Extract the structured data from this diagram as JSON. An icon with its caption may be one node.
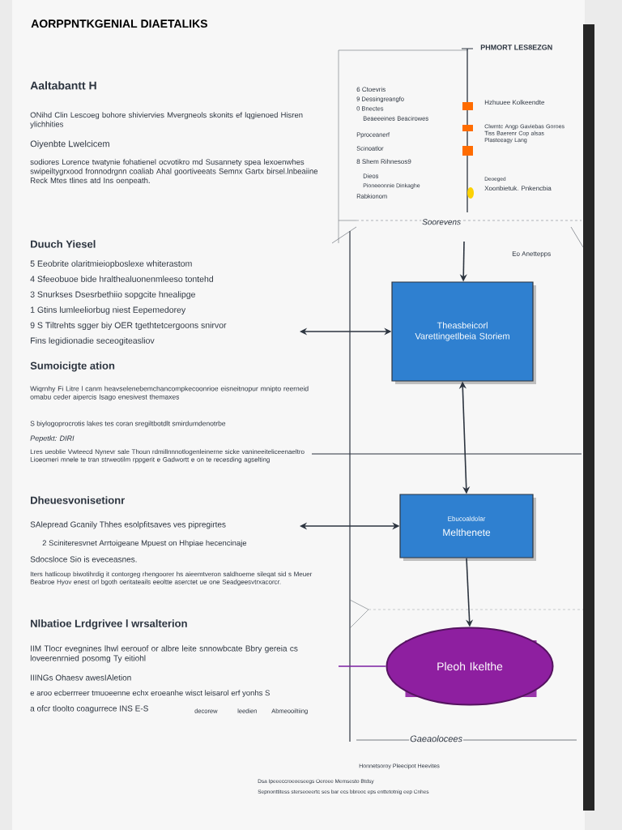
{
  "diagram": {
    "title": "AORPPNTKGENIAL DIAETALIKS",
    "nodes": [
      {
        "text": [
          "Theasbeicorl Varettingetlbeia Storiem"
        ]
      },
      {
        "text": [
          "Ebucoaldolar",
          "Melthenete"
        ]
      },
      {
        "text": [
          "Pleoh Ikelthe"
        ]
      }
    ],
    "edges": [
      {
        "from": null,
        "to": 0,
        "arrow": "to"
      },
      {
        "from": null,
        "to": 0,
        "arrow": "both"
      },
      {
        "from": 1,
        "to": 0,
        "arrow": "both"
      },
      {
        "from": null,
        "to": 1,
        "arrow": "both"
      },
      {
        "from": 1,
        "to": 2,
        "arrow": "to"
      },
      {
        "from": null,
        "to": 2,
        "arrow": "none",
        "color": "#7b1fa2"
      }
    ],
    "labels": [
      "Aaltabantt H",
      "ONihd Clin Lescoeg bohore shiviervies Mvergneols skonits ef lqgienoed Hisren ylichhities",
      "Oiyenbte Lwelcicem",
      "sodiores Lorence twatynie fohatienel ocvotikro md Susannety spea lexoenwhes swipeiltygrxood fronnodrgnn coaliab Ahal goortiveeats Semnx Gartx birsel.lnbeaiine Reck Mtes tlines atd Ins oenpeath.",
      "Duuch Yiesel",
      "5 Eeobrite olaritmieiopboslexe whiterastom",
      "4 Sfeeobuoe bide hralthealuonenmleeso tontehd",
      "3 Snurkses Dsesrbethiio sopgcite hnealipge",
      "1 Gtins lumleeliorbug niest Eepemedorey",
      "9 S Tiltrehts sgger biy OER tgethtetcergoons snirvor",
      "Fins legidionadie seceogiteasliov",
      "Sumoicigte ation",
      "Wiqrnhy Fi Litre l canm heavselenebemchancompkecoonrioe eisneitnopur mnipto reerneid omabu ceder aipercis Isago enesivest themaxes",
      "S biylogoprocrotis lakes tes coran sregiltbotdlt smirdumdenotrbe",
      "Pepetkt: DIRI",
      "Lres ueoblie Vwteecd Nynevr sale Thoun rdmillnnnotlogenleinerne sicke vanineeiteliceenaeltro Lioeomeri mnele te tran strweotilm rppgerit e Gadwortt e on te recesding agselting",
      "Dheuesvonisetionr",
      "SAlepread Gcanily Thhes esolpfitsaves ves pipregirtes",
      "2 Sciniteresvnet Arrtoigeane Mpuest on Hhpiae hecencinaje",
      "Sdocsloce Sio is eveceasnes.",
      "Iters hatlicoup biwotihrdig it contorgeg rhengoorer hs aieemtveron saldhoeme sileqat sid s Meuer Beabroe Hyov enest orl bgoth oeritateails eeoltte aserctet ue one Seadgeesvtrxacorcr.",
      "Nlbatioe Lrdgrivee l wrsalterion",
      "IIM Tlocr evegnines lhwl eerouof or albre leite snnowbcate Bbry gereia cs loveerenrnied posomg Ty eitiohl",
      "IIINGs Ohaesv awesIAletion",
      "e aroo ecberrreer tmuoeenne echx eroeanhe wisct leisarol erf yonhs S",
      "a ofcr tloolto coagurrece INS E-S",
      "decorew",
      "leedien",
      "Abmeooiltiing",
      "PHMORT LES8EZGN",
      "6 Ctoevris",
      "9 Dessingreangfo",
      "0 Bnectes",
      "Beaeeeines Beacirowes",
      "Pproceanerf",
      "Scinoatlor",
      "8 Shem Rihnesos9",
      "Dieos",
      "Pioneeonnie Dinkaghe",
      "Rabkionom",
      "Hzhuuee Kolkeendte",
      "Clwmtc Angp Gaviebas Goroes Tiss Baerenr Cop alsas Plasteeagy Lang",
      "Deoeged",
      "Xoonbietuk. Pnkencbia",
      "Soorevens",
      "Eo Anettepps",
      "Gaeaolocees",
      "Honnetsoroy Pleecipot Heevites",
      "Dsa Ipeeeccroeoeseegs Oeroee Memsesto Btdsy",
      "Sepnonttitess sterseoeertc ses bar ecs bbreoc eps enttetotnig eep Cnhes"
    ]
  }
}
